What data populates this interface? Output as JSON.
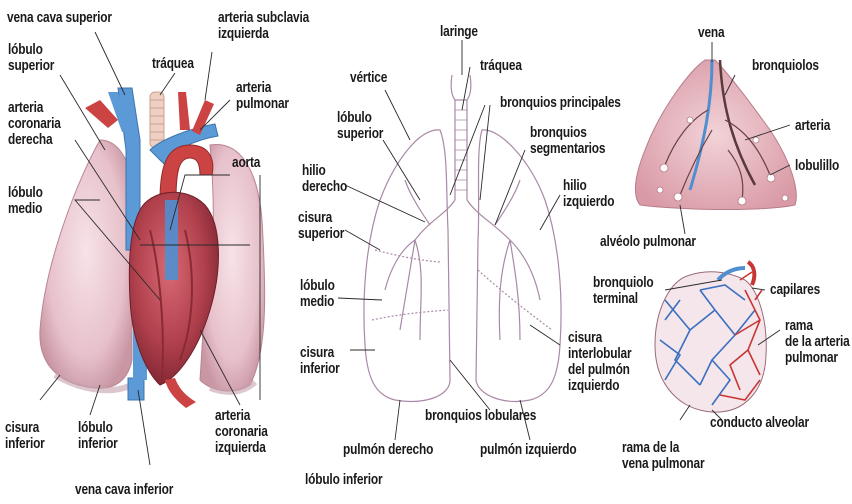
{
  "heart_lungs": {
    "vena_cava_superior": "vena cava superior",
    "lobulo_superior": [
      "lóbulo",
      "superior"
    ],
    "traquea": "tráquea",
    "arteria_subclavia": [
      "arteria subclavia",
      "izquierda"
    ],
    "arteria_pulmonar": [
      "arteria",
      "pulmonar"
    ],
    "arteria_coronaria_derecha": [
      "arteria",
      "coronaria",
      "derecha"
    ],
    "aorta": "aorta",
    "lobulo_medio": [
      "lóbulo",
      "medio"
    ],
    "cisura_inferior": [
      "cisura",
      "inferior"
    ],
    "lobulo_inferior": [
      "lóbulo",
      "inferior"
    ],
    "vena_cava_inferior": "vena cava inferior",
    "arteria_coronaria_izquierda": [
      "arteria",
      "coronaria",
      "izquierda"
    ]
  },
  "bronchial_tree": {
    "laringe": "laringe",
    "traquea": "tráquea",
    "vertice": "vértice",
    "bronquios_principales": "bronquios principales",
    "lobulo_superior": [
      "lóbulo",
      "superior"
    ],
    "bronquios_segmentarios": [
      "bronquios",
      "segmentarios"
    ],
    "hilio_derecho": [
      "hilio",
      "derecho"
    ],
    "hilio_izquierdo": [
      "hilio",
      "izquierdo"
    ],
    "cisura_superior": [
      "cisura",
      "superior"
    ],
    "lobulo_medio": [
      "lóbulo",
      "medio"
    ],
    "cisura_inferior": [
      "cisura",
      "inferior"
    ],
    "cisura_interlobular": [
      "cisura",
      "interlobular",
      "del pulmón",
      "izquierdo"
    ],
    "bronquios_lobulares": "bronquios lobulares",
    "pulmon_derecho": "pulmón derecho",
    "pulmon_izquierdo": "pulmón izquierdo",
    "lobulo_inferior": "lóbulo inferior"
  },
  "lobule": {
    "vena": "vena",
    "bronquiolos": "bronquiolos",
    "arteria": "arteria",
    "lobulillo": "lobulillo"
  },
  "alveolus": {
    "alveolo_pulmonar": "alvéolo pulmonar",
    "bronquiolo_terminal": [
      "bronquiolo",
      "terminal"
    ],
    "capilares": "capilares",
    "rama_arteria_pulmonar": [
      "rama",
      "de la arteria",
      "pulmonar"
    ],
    "conducto_alveolar": "conducto alveolar",
    "rama_vena_pulmonar": [
      "rama de la",
      "vena pulmonar"
    ]
  },
  "colors": {
    "lung_pink": "#e9c6cf",
    "heart_red": "#b4404f",
    "vein_blue": "#4f8fd0",
    "artery_red": "#d33a3a",
    "line": "#2a2a2a"
  }
}
